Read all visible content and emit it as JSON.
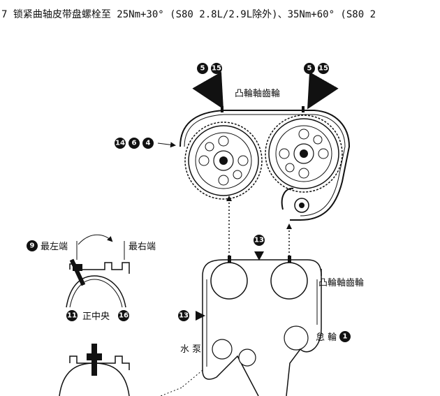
{
  "header": {
    "text": "7 锁紧曲轴皮带盘螺栓至 25Nm+30° (S80 2.8L/2.9L除外)、35Nm+60° (S80 2"
  },
  "diagram": {
    "label_cam_top": "凸輪軸齒輪",
    "label_cam_bottom": "凸輪軸齒輪",
    "label_leftmost": "最左端",
    "label_rightmost": "最右端",
    "label_center": "正中央",
    "label_water_pump": "水 泵",
    "label_idler": "怠 輪",
    "badges": {
      "b5a": "5",
      "b15a": "15",
      "b5b": "5",
      "b15b": "15",
      "b14": "14",
      "b6": "6",
      "b4": "4",
      "b9": "9",
      "b13a": "13",
      "b13b": "13",
      "b11": "11",
      "b16": "16",
      "b1": "1"
    }
  }
}
